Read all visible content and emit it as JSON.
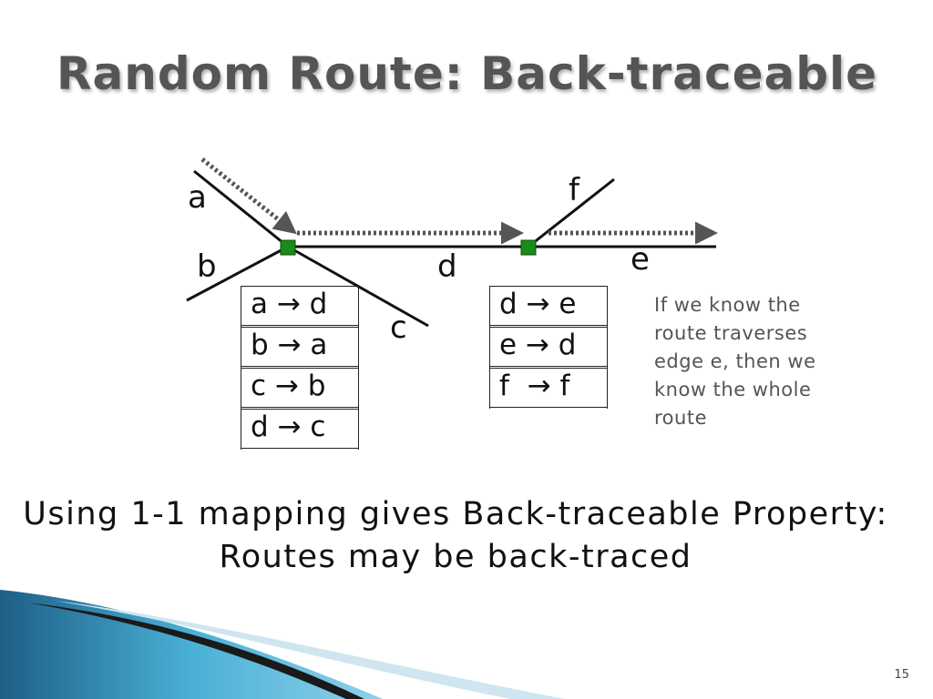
{
  "title": "Random Route: Back-traceable",
  "labels": {
    "a": "a",
    "b": "b",
    "c": "c",
    "d": "d",
    "e": "e",
    "f": "f"
  },
  "table_left": [
    "a → d",
    "b → a",
    "c → b",
    "d → c"
  ],
  "table_right": [
    "d → e",
    "e → d",
    "f  → f"
  ],
  "note": "If we know the route traverses edge e, then we know the whole route",
  "caption": {
    "line1": "Using 1-1 mapping gives Back-traceable Property:",
    "line2": "Routes may be back-traced"
  },
  "page_number": "15",
  "colors": {
    "title": "#555555",
    "node": "#1a8a1a",
    "route": "#555555",
    "swoosh_dark": "#1d5f85",
    "swoosh_light": "#4ab0d6"
  }
}
